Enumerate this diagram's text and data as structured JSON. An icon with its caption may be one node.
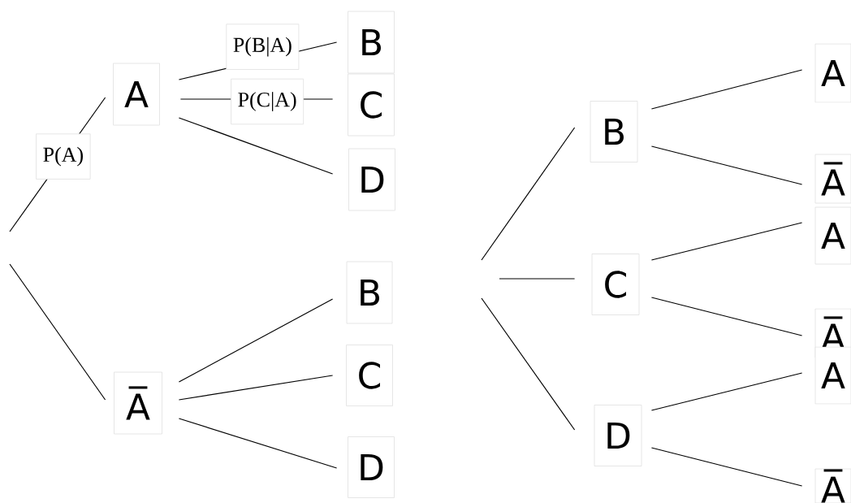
{
  "diagram": {
    "nodes": [
      {
        "text": [
          "A"
        ]
      },
      {
        "text": [
          "A̅"
        ]
      },
      {
        "text": [
          "B"
        ]
      },
      {
        "text": [
          "C"
        ]
      },
      {
        "text": [
          "D"
        ]
      },
      {
        "text": [
          "B"
        ]
      },
      {
        "text": [
          "C"
        ]
      },
      {
        "text": [
          "D"
        ]
      },
      {
        "text": [
          "B"
        ]
      },
      {
        "text": [
          "C"
        ]
      },
      {
        "text": [
          "D"
        ]
      },
      {
        "text": [
          "A"
        ]
      },
      {
        "text": [
          "A̅"
        ]
      },
      {
        "text": [
          "A"
        ]
      },
      {
        "text": [
          "A̅"
        ]
      },
      {
        "text": [
          "A"
        ]
      },
      {
        "text": [
          "A̅"
        ]
      }
    ],
    "edges": [
      {
        "from": null,
        "to": 0,
        "arrow": "none",
        "label": "P(A)"
      },
      {
        "from": null,
        "to": 1,
        "arrow": "none"
      },
      {
        "from": 0,
        "to": 2,
        "arrow": "none",
        "label": "P(B|A)"
      },
      {
        "from": 0,
        "to": 3,
        "arrow": "none",
        "label": "P(C|A)"
      },
      {
        "from": 0,
        "to": 4,
        "arrow": "none"
      },
      {
        "from": 1,
        "to": 5,
        "arrow": "none"
      },
      {
        "from": 1,
        "to": 6,
        "arrow": "none"
      },
      {
        "from": 1,
        "to": 7,
        "arrow": "none"
      },
      {
        "from": null,
        "to": 8,
        "arrow": "none"
      },
      {
        "from": null,
        "to": 9,
        "arrow": "none"
      },
      {
        "from": null,
        "to": 10,
        "arrow": "none"
      },
      {
        "from": 8,
        "to": 11,
        "arrow": "none"
      },
      {
        "from": 8,
        "to": 12,
        "arrow": "none"
      },
      {
        "from": 9,
        "to": 13,
        "arrow": "none"
      },
      {
        "from": 9,
        "to": 14,
        "arrow": "none"
      },
      {
        "from": 10,
        "to": 15,
        "arrow": "none"
      },
      {
        "from": 10,
        "to": 16,
        "arrow": "none"
      }
    ]
  }
}
